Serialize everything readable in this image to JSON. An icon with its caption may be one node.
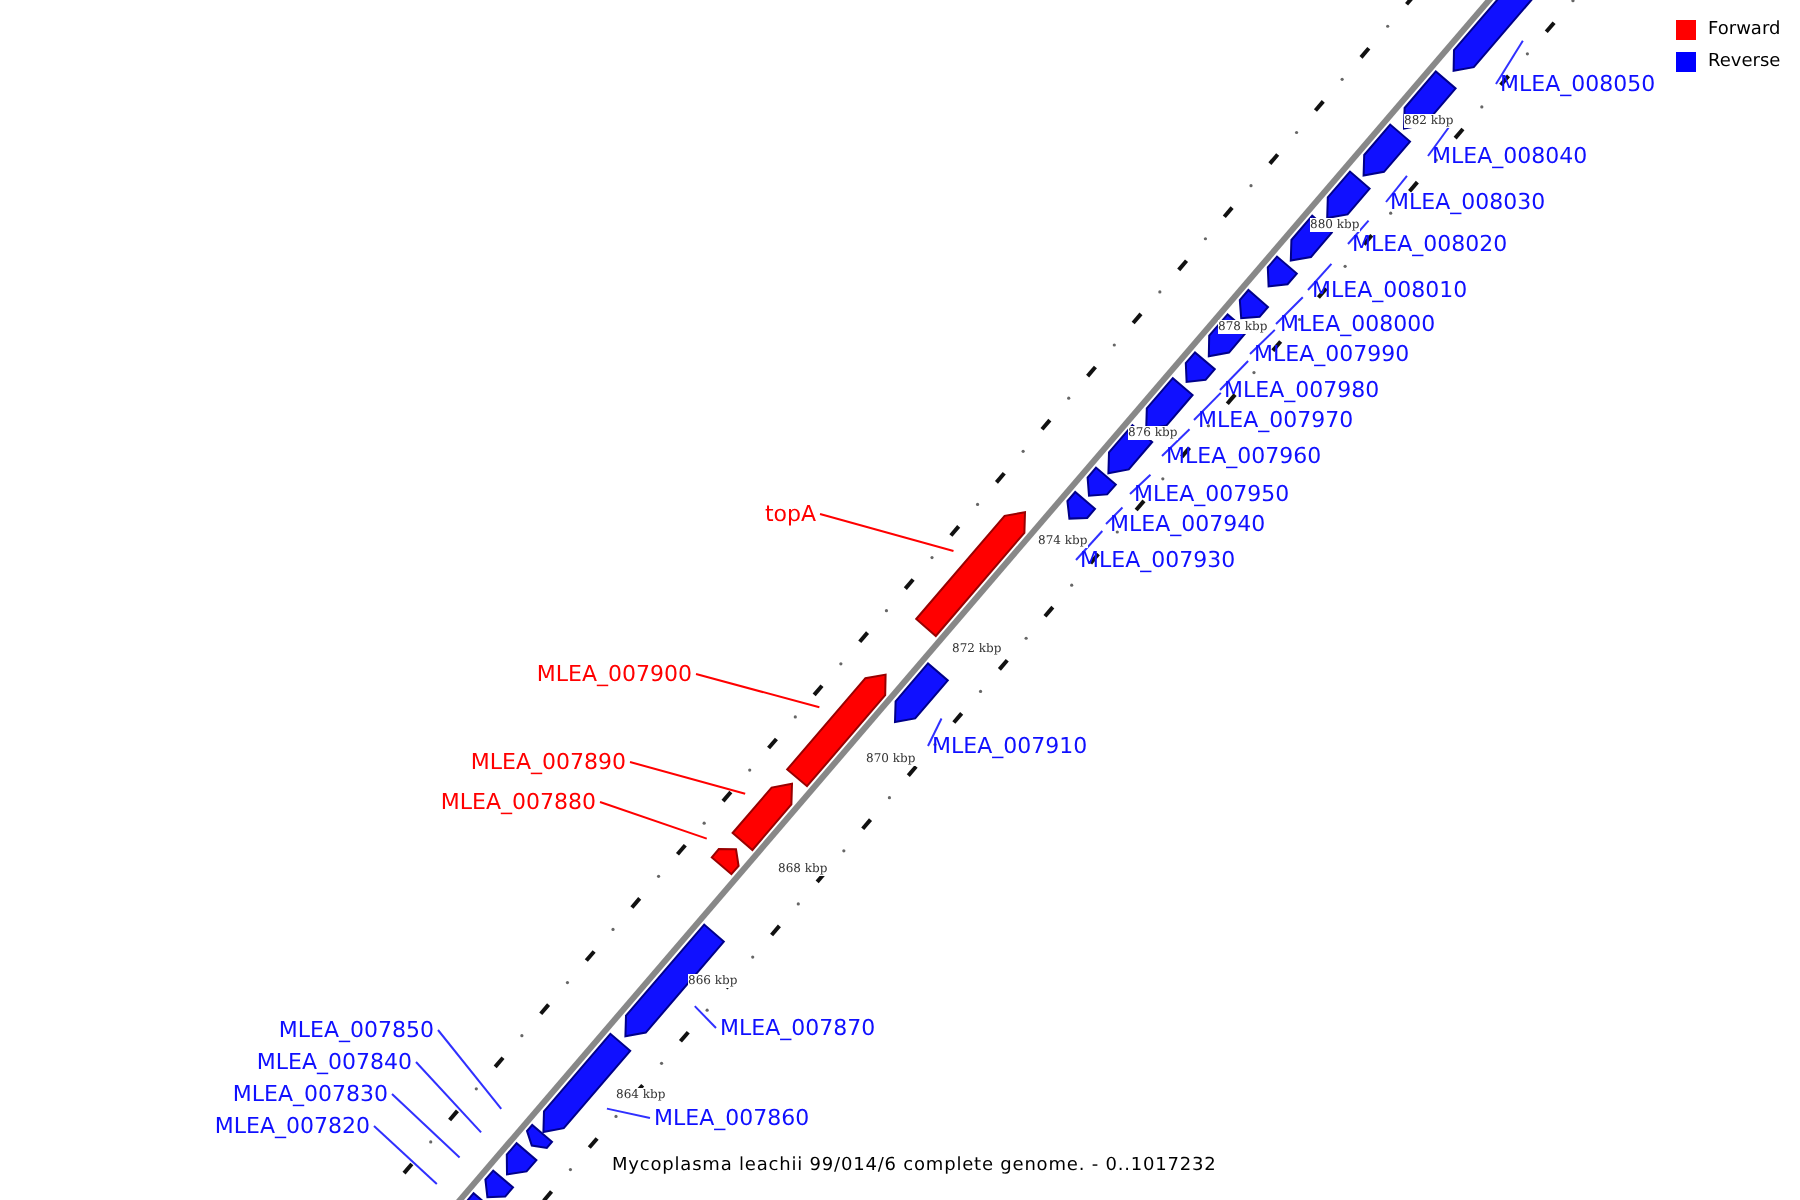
{
  "diagram": {
    "caption": "Mycoplasma leachii 99/014/6 complete genome. - 0..1017232",
    "nodes": [
      {
        "text": [
          "MLEA_008050"
        ]
      },
      {
        "text": [],
        "shape": "bar"
      },
      {
        "text": [
          "MLEA_008040"
        ]
      },
      {
        "text": [],
        "shape": "bar"
      },
      {
        "text": [
          "MLEA_008030"
        ]
      },
      {
        "text": [],
        "shape": "bar"
      },
      {
        "text": [
          "MLEA_008020"
        ]
      },
      {
        "text": [],
        "shape": "bar"
      },
      {
        "text": [
          "MLEA_008010"
        ]
      },
      {
        "text": [],
        "shape": "bar"
      },
      {
        "text": [
          "MLEA_008000"
        ]
      },
      {
        "text": [],
        "shape": "bar"
      },
      {
        "text": [
          "MLEA_007990"
        ]
      },
      {
        "text": [],
        "shape": "bar"
      },
      {
        "text": [
          "MLEA_007980"
        ]
      },
      {
        "text": [],
        "shape": "bar"
      },
      {
        "text": [
          "MLEA_007970"
        ]
      },
      {
        "text": [],
        "shape": "bar"
      },
      {
        "text": [
          "MLEA_007960"
        ]
      },
      {
        "text": [],
        "shape": "bar"
      },
      {
        "text": [
          "MLEA_007950"
        ]
      },
      {
        "text": [],
        "shape": "bar"
      },
      {
        "text": [
          "MLEA_007940"
        ]
      },
      {
        "text": [],
        "shape": "bar"
      },
      {
        "text": [
          "MLEA_007930"
        ]
      },
      {
        "text": [],
        "shape": "bar"
      },
      {
        "text": [
          "topA"
        ]
      },
      {
        "text": [],
        "shape": "bar"
      },
      {
        "text": [
          "MLEA_007900"
        ]
      },
      {
        "text": [],
        "shape": "bar"
      },
      {
        "text": [
          "MLEA_007910"
        ]
      },
      {
        "text": [],
        "shape": "bar"
      },
      {
        "text": [
          "MLEA_007890"
        ]
      },
      {
        "text": [],
        "shape": "bar"
      },
      {
        "text": [
          "MLEA_007880"
        ]
      },
      {
        "text": [],
        "shape": "bar"
      },
      {
        "text": [
          "MLEA_007870"
        ]
      },
      {
        "text": [],
        "shape": "bar"
      },
      {
        "text": [
          "MLEA_007850"
        ]
      },
      {
        "text": [],
        "shape": "bar"
      },
      {
        "text": [
          "MLEA_007840"
        ]
      },
      {
        "text": [],
        "shape": "bar"
      },
      {
        "text": [
          "MLEA_007860"
        ]
      },
      {
        "text": [],
        "shape": "bar"
      },
      {
        "text": [
          "MLEA_007830"
        ]
      },
      {
        "text": [],
        "shape": "bar"
      },
      {
        "text": [
          "MLEA_007820"
        ]
      },
      {
        "text": [],
        "shape": "bar"
      }
    ],
    "edges": [
      {
        "from": 0,
        "to": 1,
        "arrow": "none"
      },
      {
        "from": 2,
        "to": 3,
        "arrow": "none"
      },
      {
        "from": 4,
        "to": 5,
        "arrow": "none"
      },
      {
        "from": 6,
        "to": 7,
        "arrow": "none"
      },
      {
        "from": 8,
        "to": 9,
        "arrow": "none"
      },
      {
        "from": 10,
        "to": 11,
        "arrow": "none"
      },
      {
        "from": 12,
        "to": 13,
        "arrow": "none"
      },
      {
        "from": 14,
        "to": 15,
        "arrow": "none"
      },
      {
        "from": 16,
        "to": 17,
        "arrow": "none"
      },
      {
        "from": 18,
        "to": 19,
        "arrow": "none"
      },
      {
        "from": 20,
        "to": 21,
        "arrow": "none"
      },
      {
        "from": 22,
        "to": 23,
        "arrow": "none"
      },
      {
        "from": 24,
        "to": 25,
        "arrow": "none"
      },
      {
        "from": 26,
        "to": 27,
        "arrow": "none",
        "color": "#ff0000"
      },
      {
        "from": 28,
        "to": 29,
        "arrow": "none",
        "color": "#ff0000"
      },
      {
        "from": 30,
        "to": 31,
        "arrow": "none"
      },
      {
        "from": 32,
        "to": 33,
        "arrow": "none",
        "color": "#ff0000"
      },
      {
        "from": 34,
        "to": 35,
        "arrow": "none",
        "color": "#ff0000"
      },
      {
        "from": 36,
        "to": 37,
        "arrow": "none"
      },
      {
        "from": 38,
        "to": 39,
        "arrow": "none"
      },
      {
        "from": 40,
        "to": 41,
        "arrow": "none"
      },
      {
        "from": 42,
        "to": 43,
        "arrow": "none"
      },
      {
        "from": 44,
        "to": 45,
        "arrow": "none"
      },
      {
        "from": 46,
        "to": 47,
        "arrow": "none"
      }
    ],
    "labels": [
      "882 kbp",
      "880 kbp",
      "878 kbp",
      "876 kbp",
      "874 kbp",
      "872 kbp",
      "870 kbp",
      "868 kbp",
      "866 kbp",
      "864 kbp"
    ],
    "legend": [
      {
        "text": "Forward",
        "color": "#ff0000"
      },
      {
        "text": "Reverse",
        "color": "#0000ff"
      }
    ]
  }
}
